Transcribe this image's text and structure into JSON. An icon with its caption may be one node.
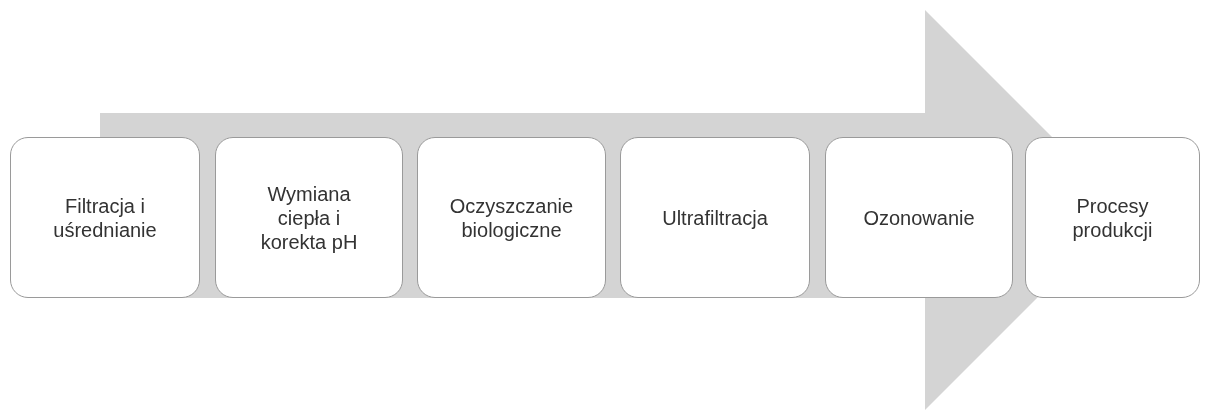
{
  "diagram": {
    "nodes": [
      {
        "text": [
          "Filtracja i uśrednianie"
        ]
      },
      {
        "text": [
          "Wymiana ciepła i korekta pH"
        ]
      },
      {
        "text": [
          "Oczyszczanie biologiczne"
        ]
      },
      {
        "text": [
          "Ultrafiltracja"
        ]
      },
      {
        "text": [
          "Ozonowanie"
        ]
      },
      {
        "text": [
          "Procesy produkcji"
        ]
      }
    ],
    "edges": [
      {
        "from": 0,
        "to": 5,
        "arrow": "to"
      }
    ]
  }
}
